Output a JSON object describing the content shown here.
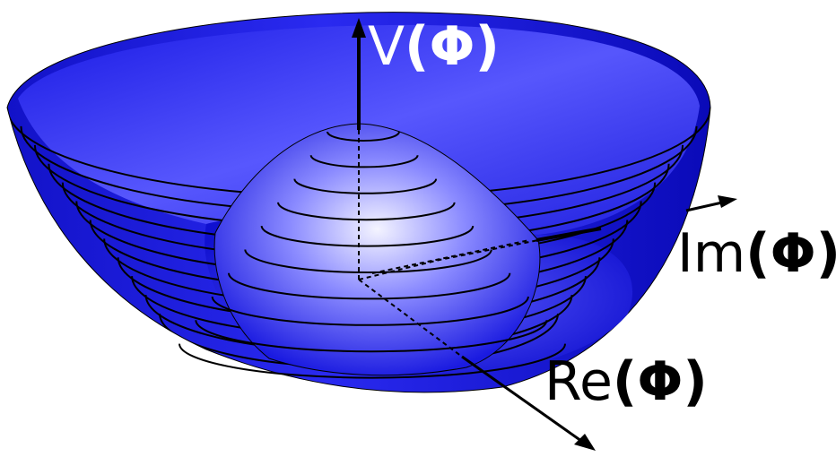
{
  "labels": {
    "v_axis": {
      "name": "V",
      "open": "(",
      "symbol": "Φ",
      "close": ")"
    },
    "im_axis": {
      "name": "Im",
      "open": "(",
      "symbol": "Φ",
      "close": ")"
    },
    "re_axis": {
      "name": "Re",
      "open": "(",
      "symbol": "Φ",
      "close": ")"
    }
  },
  "colors": {
    "surface_dark": "#0a0ad0",
    "surface_mid": "#3a3af8",
    "surface_light": "#e4e4ff",
    "contour": "#000000",
    "axis": "#000000"
  }
}
